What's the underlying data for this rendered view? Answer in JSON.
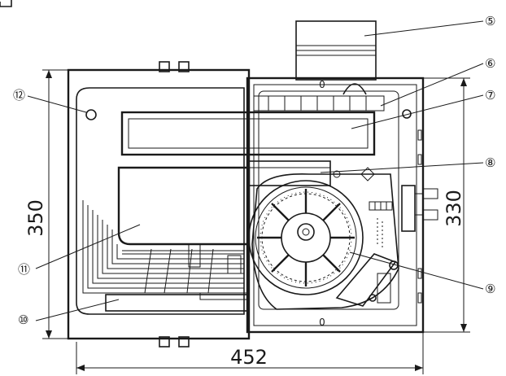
{
  "dimensions": {
    "height_left": "350",
    "height_right": "330",
    "width_bottom": "452"
  },
  "callouts": [
    {
      "id": "5",
      "label": "⑤"
    },
    {
      "id": "6",
      "label": "⑥"
    },
    {
      "id": "7",
      "label": "⑦"
    },
    {
      "id": "8",
      "label": "⑧"
    },
    {
      "id": "9",
      "label": "⑨"
    },
    {
      "id": "10",
      "label": "⑩"
    },
    {
      "id": "11",
      "label": "⑪"
    },
    {
      "id": "12",
      "label": "⑫"
    }
  ],
  "marks": {
    "zero_top": "0",
    "zero_bottom": "0"
  },
  "colors": {
    "line": "#1a1a1a",
    "background": "#ffffff"
  }
}
